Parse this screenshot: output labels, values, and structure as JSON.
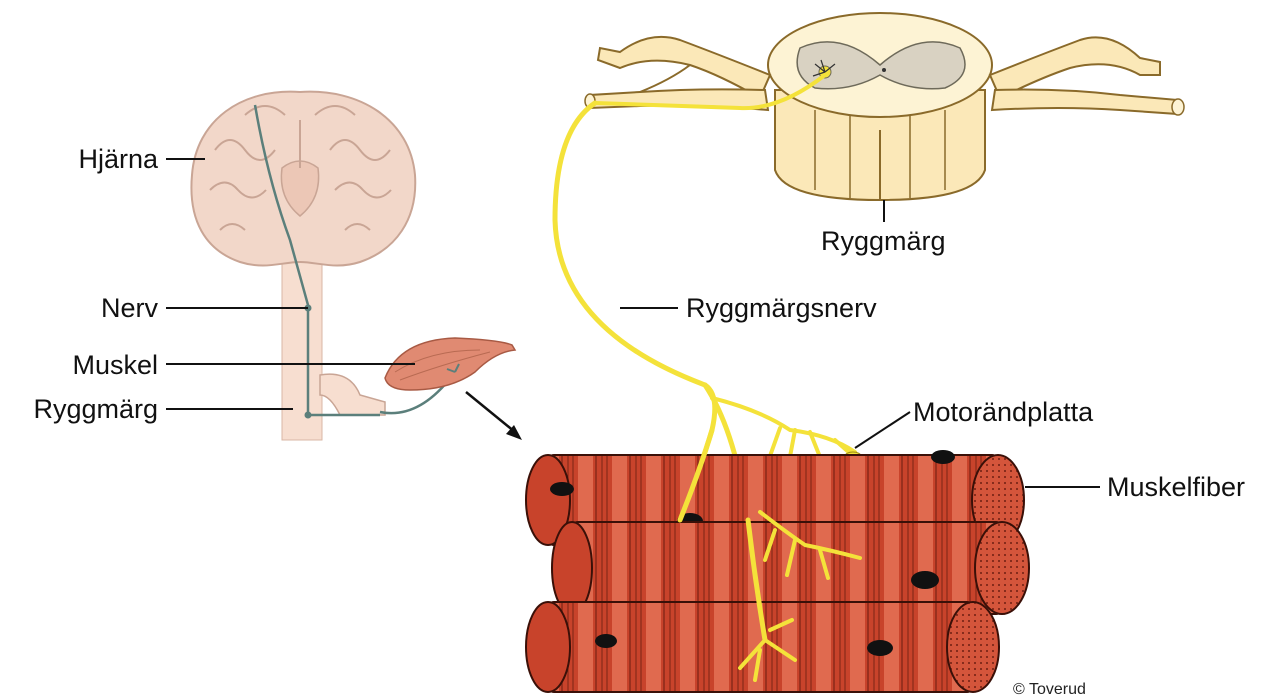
{
  "labels": {
    "hjarna": "Hjärna",
    "nerv": "Nerv",
    "muskel": "Muskel",
    "ryggmarg_left": "Ryggmärg",
    "ryggmarg_top": "Ryggmärg",
    "ryggmargsnerv": "Ryggmärgsnerv",
    "motorandplatta": "Motorändplatta",
    "muskelfiber": "Muskelfiber"
  },
  "copyright": "© Toverud",
  "colors": {
    "brain": "#f2d7c9",
    "brain_outline": "#c9a595",
    "nerve_path": "#5b7f7b",
    "nerve_yellow": "#f4e23a",
    "spinal_cord": "#fbe8b8",
    "spinal_outline": "#8a6a2a",
    "muscle": "#c8432b",
    "muscle_dark": "#7a2416",
    "nucleus": "#111111"
  }
}
